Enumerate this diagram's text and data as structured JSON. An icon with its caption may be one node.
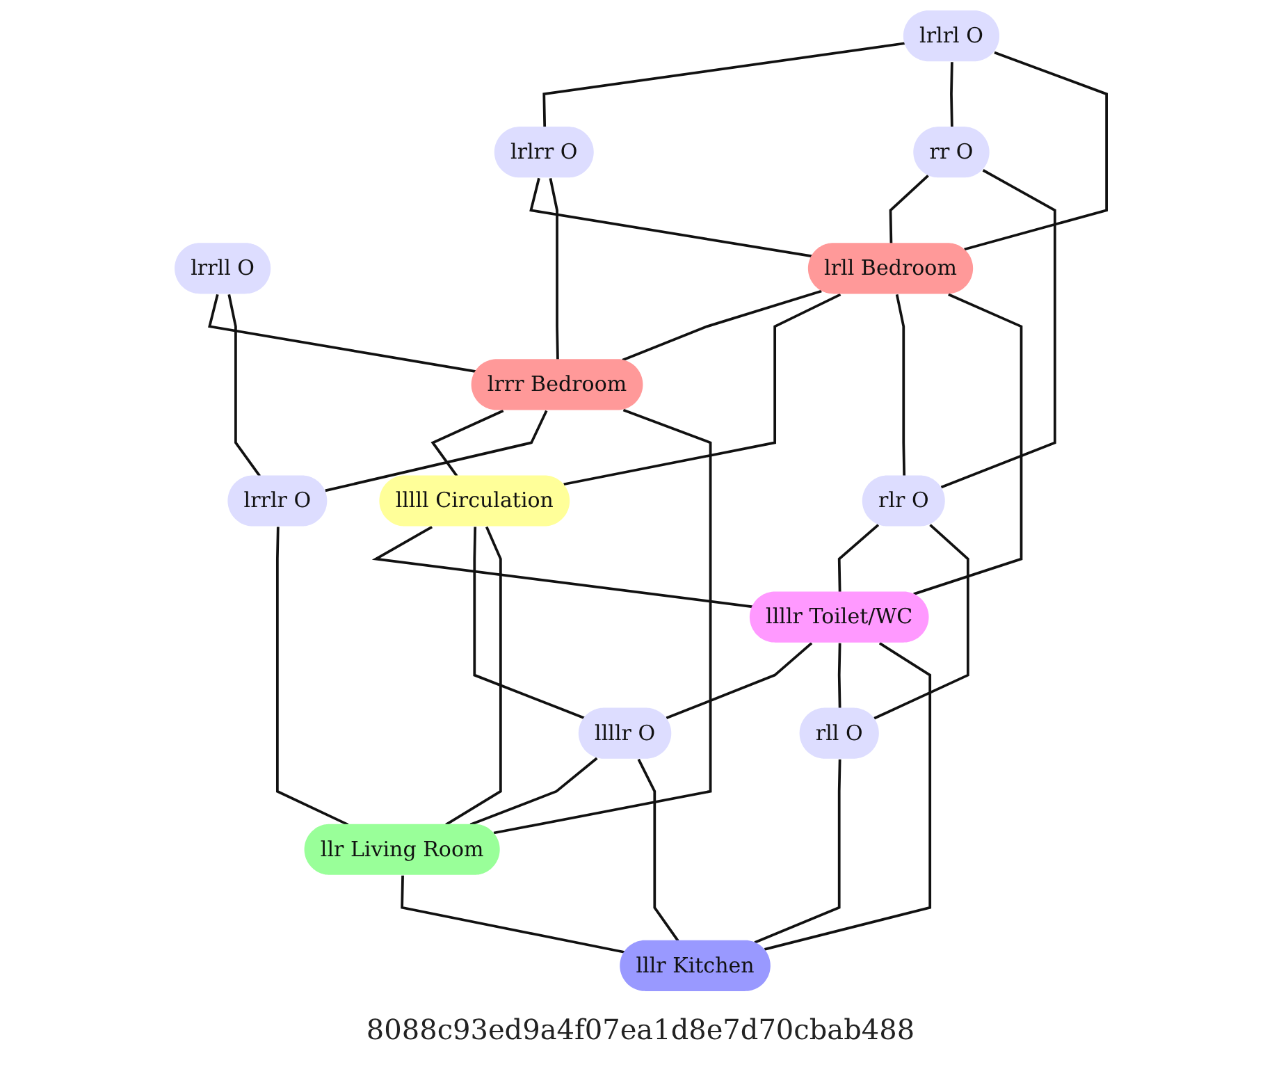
{
  "diagram": {
    "caption": "8088c93ed9a4f07ea1d8e7d70cbab488",
    "nodes": [
      {
        "text": [
          "lrlrl O"
        ]
      },
      {
        "text": [
          "lrlrr O"
        ]
      },
      {
        "text": [
          "lrrll O"
        ]
      },
      {
        "text": [
          "rr O"
        ]
      },
      {
        "text": [
          "lrll Bedroom"
        ]
      },
      {
        "text": [
          "lrrr Bedroom"
        ]
      },
      {
        "text": [
          "lrrlr O"
        ]
      },
      {
        "text": [
          "lllll Circulation"
        ]
      },
      {
        "text": [
          "rlr O"
        ]
      },
      {
        "text": [
          "llllr Toilet/WC"
        ]
      },
      {
        "text": [
          "llllr O"
        ]
      },
      {
        "text": [
          "llr Living Room"
        ]
      },
      {
        "text": [
          "rll O"
        ]
      },
      {
        "text": [
          "lllr Kitchen"
        ]
      }
    ],
    "edges": [
      {
        "from": 0,
        "to": 1,
        "arrow": "none"
      },
      {
        "from": 0,
        "to": 3,
        "arrow": "none"
      },
      {
        "from": 0,
        "to": 4,
        "arrow": "none"
      },
      {
        "from": 1,
        "to": 4,
        "arrow": "none"
      },
      {
        "from": 1,
        "to": 5,
        "arrow": "none"
      },
      {
        "from": 2,
        "to": 5,
        "arrow": "none"
      },
      {
        "from": 2,
        "to": 6,
        "arrow": "none"
      },
      {
        "from": 3,
        "to": 4,
        "arrow": "none"
      },
      {
        "from": 3,
        "to": 8,
        "arrow": "none"
      },
      {
        "from": 4,
        "to": 5,
        "arrow": "none"
      },
      {
        "from": 4,
        "to": 7,
        "arrow": "none"
      },
      {
        "from": 4,
        "to": 8,
        "arrow": "none"
      },
      {
        "from": 4,
        "to": 9,
        "arrow": "none"
      },
      {
        "from": 5,
        "to": 7,
        "arrow": "none"
      },
      {
        "from": 5,
        "to": 6,
        "arrow": "none"
      },
      {
        "from": 5,
        "to": 11,
        "arrow": "none"
      },
      {
        "from": 6,
        "to": 11,
        "arrow": "none"
      },
      {
        "from": 7,
        "to": 9,
        "arrow": "none"
      },
      {
        "from": 7,
        "to": 10,
        "arrow": "none"
      },
      {
        "from": 7,
        "to": 11,
        "arrow": "none"
      },
      {
        "from": 8,
        "to": 9,
        "arrow": "none"
      },
      {
        "from": 8,
        "to": 12,
        "arrow": "none"
      },
      {
        "from": 9,
        "to": 10,
        "arrow": "none"
      },
      {
        "from": 9,
        "to": 12,
        "arrow": "none"
      },
      {
        "from": 9,
        "to": 13,
        "arrow": "none"
      },
      {
        "from": 10,
        "to": 11,
        "arrow": "none"
      },
      {
        "from": 10,
        "to": 13,
        "arrow": "none"
      },
      {
        "from": 12,
        "to": 13,
        "arrow": "none"
      },
      {
        "from": 11,
        "to": 13,
        "arrow": "none"
      }
    ]
  }
}
